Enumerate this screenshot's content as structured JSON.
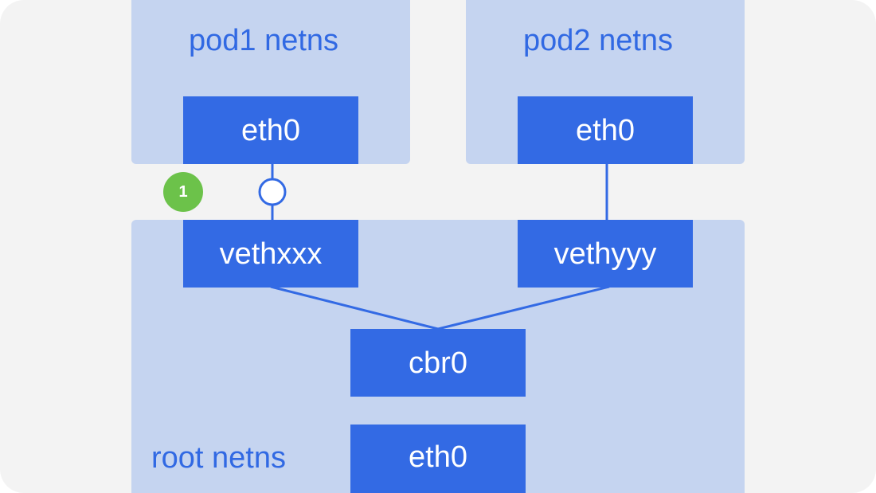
{
  "colors": {
    "background": "#f3f3f3",
    "netns_fill": "#c5d4f0",
    "interface_fill": "#336ae4",
    "interface_text": "#ffffff",
    "label_text": "#3169e3",
    "link_line": "#336ae4",
    "badge_fill": "#6cc24a"
  },
  "pod1": {
    "label": "pod1 netns",
    "eth0": "eth0"
  },
  "pod2": {
    "label": "pod2 netns",
    "eth0": "eth0"
  },
  "root": {
    "label": "root netns",
    "veth_pod1": "vethxxx",
    "veth_pod2": "vethyyy",
    "bridge": "cbr0",
    "eth0": "eth0"
  },
  "step": {
    "number": "1"
  }
}
